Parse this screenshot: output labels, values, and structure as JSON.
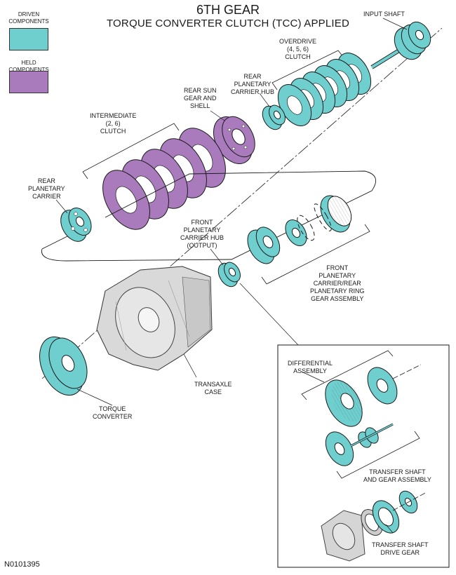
{
  "title": {
    "line1": "6TH GEAR",
    "line2": "TORQUE CONVERTER CLUTCH (TCC) APPLIED"
  },
  "legend": {
    "driven": {
      "label_1": "DRIVEN",
      "label_2": "COMPONENTS",
      "color": "#6fcfcf"
    },
    "held": {
      "label_1": "HELD",
      "label_2": "COMPONENTS",
      "color": "#a97bbd"
    }
  },
  "colors": {
    "driven": "#6fcfcf",
    "held": "#a97bbd",
    "outline": "#1a1a1a",
    "case": "#d9d9d9"
  },
  "labels": {
    "input_shaft": [
      "INPUT SHAFT"
    ],
    "overdrive_clutch": [
      "OVERDRIVE",
      "(4, 5, 6)",
      "CLUTCH"
    ],
    "rear_planetary_carrier_hub": [
      "REAR",
      "PLANETARY",
      "CARRIER HUB"
    ],
    "rear_sun_gear_shell": [
      "REAR SUN",
      "GEAR AND",
      "SHELL"
    ],
    "intermediate_clutch": [
      "INTERMEDIATE",
      "(2, 6)",
      "CLUTCH"
    ],
    "rear_planetary_carrier": [
      "REAR",
      "PLANETARY",
      "CARRIER"
    ],
    "front_planetary_carrier_hub": [
      "FRONT",
      "PLANETARY",
      "CARRIER HUB",
      "(OUTPUT)"
    ],
    "front_carrier_ring_gear_assembly": [
      "FRONT",
      "PLANETARY",
      "CARRIER/REAR",
      "PLANETARY RING",
      "GEAR ASSEMBLY"
    ],
    "transaxle_case": [
      "TRANSAXLE",
      "CASE"
    ],
    "torque_converter": [
      "TORQUE",
      "CONVERTER"
    ],
    "differential_assembly": [
      "DIFFERENTIAL",
      "ASSEMBLY"
    ],
    "transfer_shaft_gear_assembly": [
      "TRANSFER SHAFT",
      "AND GEAR ASSEMBLY"
    ],
    "transfer_shaft_drive_gear": [
      "TRANSFER SHAFT",
      "DRIVE GEAR"
    ]
  },
  "footer": {
    "code": "N0101395"
  }
}
